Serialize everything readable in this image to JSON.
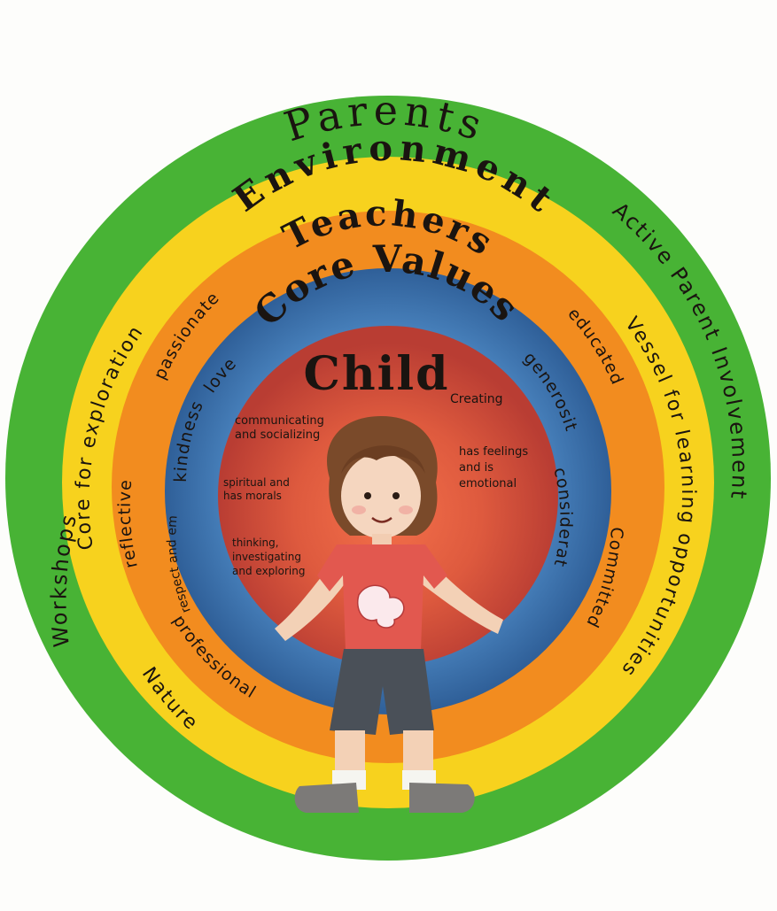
{
  "layers": {
    "parents": {
      "title": "Parents",
      "color": "#48b335",
      "items": [
        "Active Parent Involvement",
        "Workshops"
      ]
    },
    "environment": {
      "title": "Environment",
      "color": "#f7d21e",
      "items": [
        "Vessel for learning opportunities",
        "Core for exploration",
        "Nature"
      ]
    },
    "teachers": {
      "title": "Teachers",
      "color": "#f28c1f",
      "items": [
        "passionate",
        "educated",
        "Committed",
        "professional",
        "reflective"
      ]
    },
    "core_values": {
      "title": "Core Values",
      "color": "#3f78b3",
      "items": [
        "love",
        "generosity",
        "consideration",
        "kindness",
        "respect and embracing difference"
      ]
    },
    "child": {
      "title": "Child",
      "color": "#c7453a",
      "items": [
        "Creating",
        "communicating and socializing",
        "has feelings and is emotional",
        "spiritual and has morals",
        "thinking, investigating and exploring"
      ]
    }
  }
}
